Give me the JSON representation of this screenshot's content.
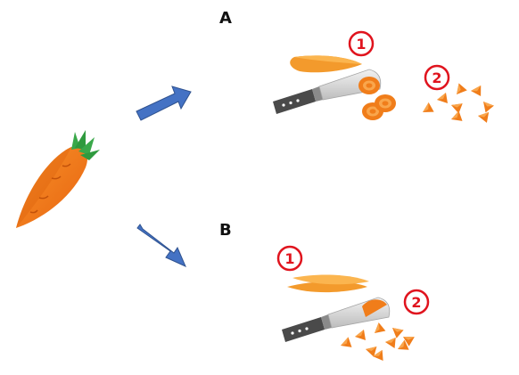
{
  "labels": {
    "a": "A",
    "b": "B"
  },
  "steps": {
    "a1": "1",
    "a2": "2",
    "b1": "1",
    "b2": "2"
  },
  "colors": {
    "arrow": "#4472c4",
    "carrot": "#f07d1a",
    "carrot_dark": "#d95f0b",
    "leaf": "#3aa84a",
    "step_circle": "#e0141e",
    "blade": "#d9d9d9",
    "handle": "#4a4a4a"
  },
  "icons": [
    "carrot-icon",
    "knife-icon",
    "arrow-icon",
    "carrot-slice-icon",
    "carrot-piece-icon"
  ]
}
